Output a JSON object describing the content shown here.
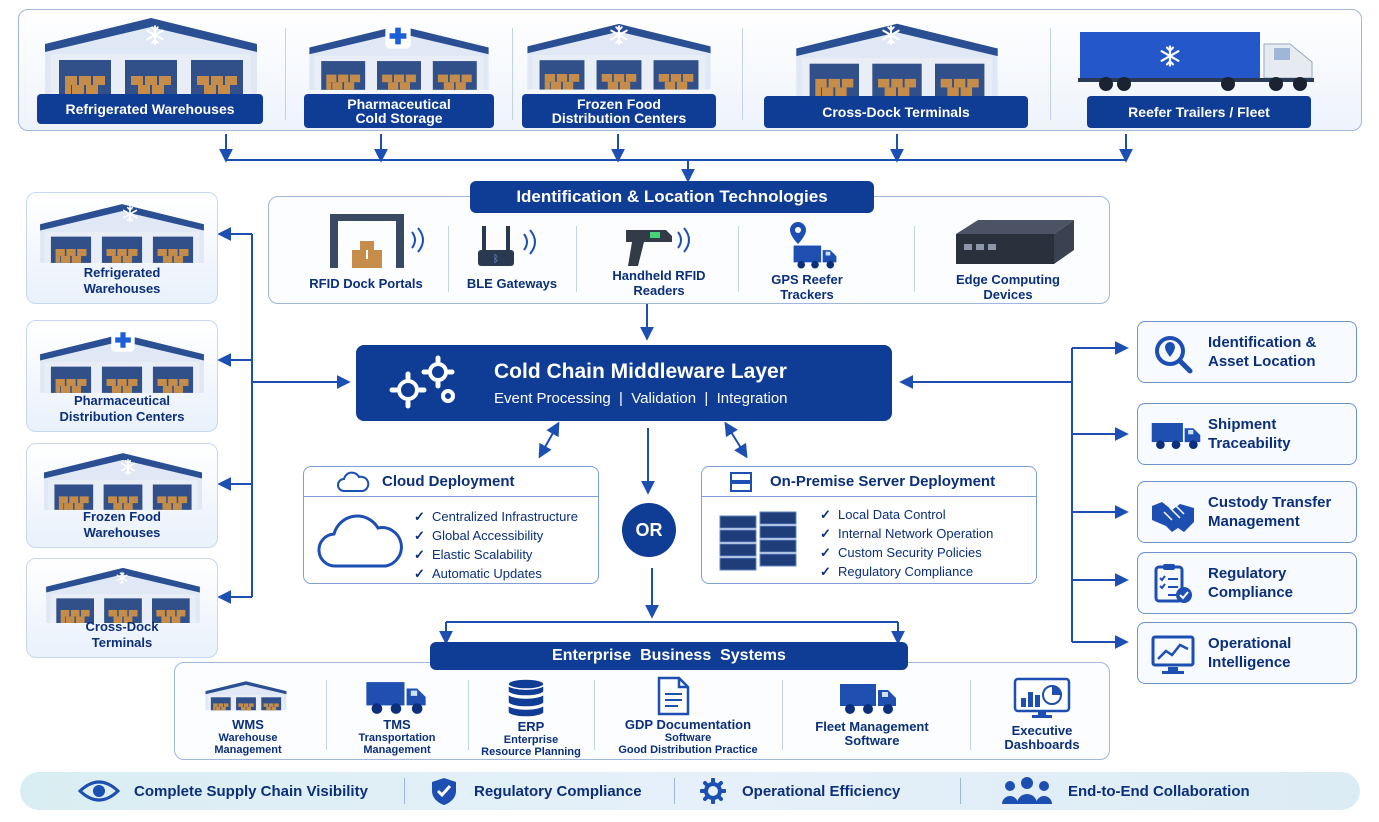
{
  "top_facilities": [
    {
      "label": "Refrigerated Warehouses",
      "icon": "snowflake-icon"
    },
    {
      "label": "Pharmaceutical\nCold Storage",
      "icon": "medical-cross-icon"
    },
    {
      "label": "Frozen Food\nDistribution Centers",
      "icon": "snowflake-icon"
    },
    {
      "label": "Cross-Dock Terminals",
      "icon": "snowflake-icon"
    },
    {
      "label": "Reefer Trailers / Fleet",
      "icon": "snowflake-icon"
    }
  ],
  "side_facilities": [
    {
      "label": "Refrigerated\nWarehouses",
      "icon": "snowflake-icon"
    },
    {
      "label": "Pharmaceutical\nDistribution Centers",
      "icon": "medical-cross-icon"
    },
    {
      "label": "Frozen Food\nWarehouses",
      "icon": "snowflake-icon"
    },
    {
      "label": "Cross-Dock\nTerminals",
      "icon": "snowflake-icon"
    }
  ],
  "technologies": {
    "title": "Identification & Location  Technologies",
    "items": [
      {
        "label": "RFID Dock Portals",
        "icon": "rfid-portal-icon"
      },
      {
        "label": "BLE Gateways",
        "icon": "ble-gateway-icon"
      },
      {
        "label": "Handheld RFID\nReaders",
        "icon": "handheld-reader-icon"
      },
      {
        "label": "GPS Reefer\nTrackers",
        "icon": "gps-tracker-icon"
      },
      {
        "label": "Edge Computing\nDevices",
        "icon": "edge-device-icon"
      }
    ]
  },
  "middleware": {
    "title": "Cold Chain Middleware Layer",
    "subtitle": "Event Processing  |  Validation  |  Integration"
  },
  "cloud": {
    "title": "Cloud Deployment",
    "items": [
      "Centralized Infrastructure",
      "Global Accessibility",
      "Elastic Scalability",
      "Automatic Updates"
    ]
  },
  "onprem": {
    "title": "On-Premise Server Deployment",
    "items": [
      "Local Data Control",
      "Internal Network Operation",
      "Custom Security Policies",
      "Regulatory Compliance"
    ]
  },
  "or_label": "OR",
  "check_mark": "✓",
  "enterprise": {
    "title": "Enterprise  Business  Systems",
    "items": [
      {
        "name": "WMS",
        "sub": "Warehouse\nManagement"
      },
      {
        "name": "TMS",
        "sub": "Transportation\nManagement"
      },
      {
        "name": "ERP",
        "sub": "Enterprise\nResource Planning"
      },
      {
        "name": "GDP Documentation",
        "sub": "Software\nGood Distribution Practice"
      },
      {
        "name": "Fleet Management\nSoftware",
        "sub": ""
      },
      {
        "name": "Executive\nDashboards",
        "sub": ""
      }
    ]
  },
  "outcomes": [
    {
      "label": "Identification &\nAsset Location",
      "icon": "asset-search-icon"
    },
    {
      "label": "Shipment\nTraceability",
      "icon": "truck-icon"
    },
    {
      "label": "Custody Transfer\nManagement",
      "icon": "handshake-icon"
    },
    {
      "label": "Regulatory\nCompliance",
      "icon": "clipboard-check-icon"
    },
    {
      "label": "Operational\nIntelligence",
      "icon": "analytics-monitor-icon"
    }
  ],
  "benefits": [
    {
      "label": "Complete Supply Chain Visibility",
      "icon": "eye-icon"
    },
    {
      "label": "Regulatory Compliance",
      "icon": "shield-check-icon"
    },
    {
      "label": "Operational Efficiency",
      "icon": "gear-icon"
    },
    {
      "label": "End-to-End Collaboration",
      "icon": "people-icon"
    }
  ],
  "colors": {
    "navy": "#0f3c94",
    "accent": "#2a5fc4",
    "border": "#9fb7db"
  }
}
